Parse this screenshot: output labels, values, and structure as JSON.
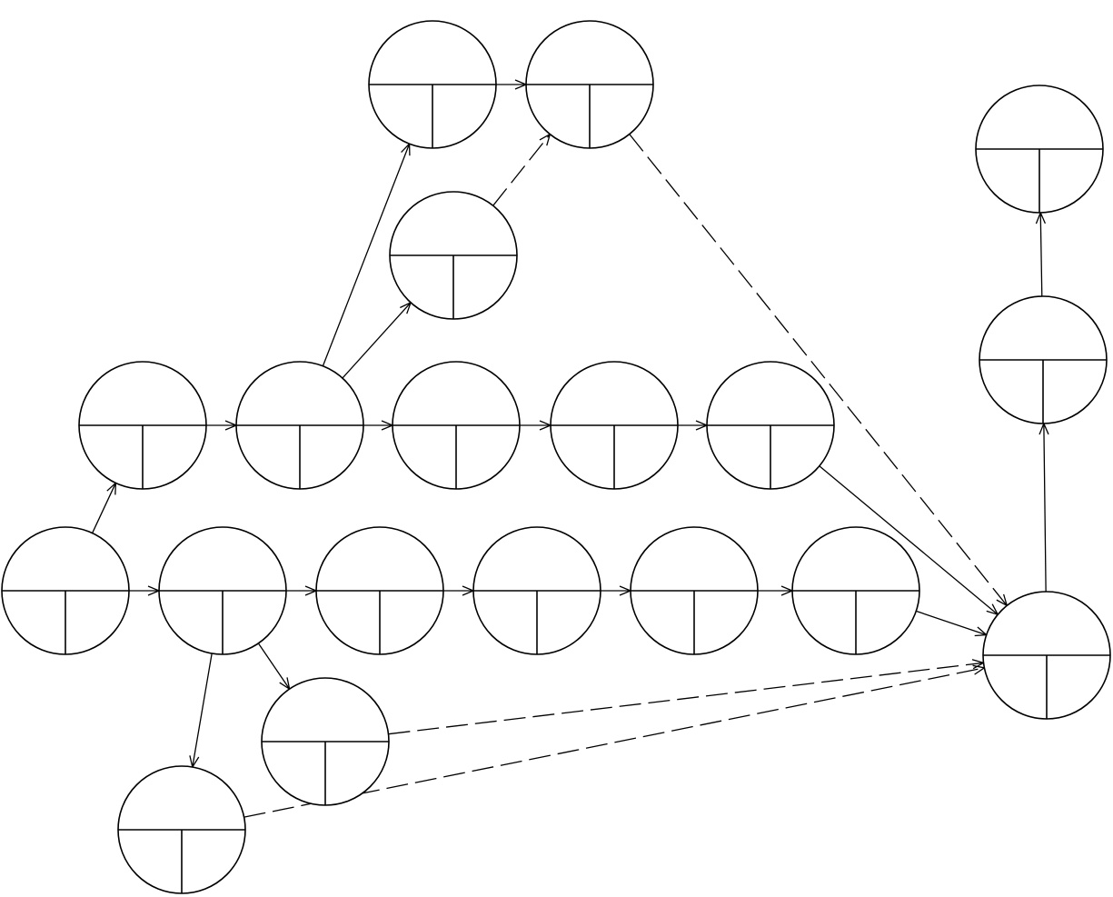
{
  "diagram": {
    "type": "network-activity-diagram",
    "colors": {
      "line": "#000000",
      "background": "#ffffff"
    },
    "node_ids": [
      "n1",
      "n2",
      "n3",
      "n4",
      "n5",
      "n6",
      "n7",
      "n8",
      "n9",
      "n10",
      "n11",
      "n12",
      "n13",
      "n14",
      "n15",
      "n16",
      "n17",
      "n18",
      "n19",
      "n20",
      "n21"
    ],
    "edges": [
      {
        "from": "n1",
        "to": "n2",
        "style": "solid"
      },
      {
        "from": "n1",
        "to": "n3",
        "style": "solid"
      },
      {
        "from": "n2",
        "to": "n4",
        "style": "solid"
      },
      {
        "from": "n4",
        "to": "n5",
        "style": "solid"
      },
      {
        "from": "n5",
        "to": "n6",
        "style": "solid"
      },
      {
        "from": "n6",
        "to": "n7",
        "style": "solid"
      },
      {
        "from": "n7",
        "to": "n8",
        "style": "solid"
      },
      {
        "from": "n4",
        "to": "n9",
        "style": "solid"
      },
      {
        "from": "n4",
        "to": "n11",
        "style": "solid"
      },
      {
        "from": "n9",
        "to": "n10",
        "style": "solid"
      },
      {
        "from": "n11",
        "to": "n10",
        "style": "dashed"
      },
      {
        "from": "n3",
        "to": "n12",
        "style": "solid"
      },
      {
        "from": "n12",
        "to": "n13",
        "style": "solid"
      },
      {
        "from": "n13",
        "to": "n14",
        "style": "solid"
      },
      {
        "from": "n14",
        "to": "n15",
        "style": "solid"
      },
      {
        "from": "n15",
        "to": "n16",
        "style": "solid"
      },
      {
        "from": "n3",
        "to": "n17",
        "style": "solid"
      },
      {
        "from": "n3",
        "to": "n18",
        "style": "solid"
      },
      {
        "from": "n10",
        "to": "n19",
        "style": "dashed"
      },
      {
        "from": "n8",
        "to": "n19",
        "style": "dashed"
      },
      {
        "from": "n16",
        "to": "n19",
        "style": "solid"
      },
      {
        "from": "n17",
        "to": "n19",
        "style": "dashed"
      },
      {
        "from": "n18",
        "to": "n19",
        "style": "dashed"
      },
      {
        "from": "n19",
        "to": "n20",
        "style": "solid"
      },
      {
        "from": "n20",
        "to": "n21",
        "style": "solid"
      }
    ]
  }
}
